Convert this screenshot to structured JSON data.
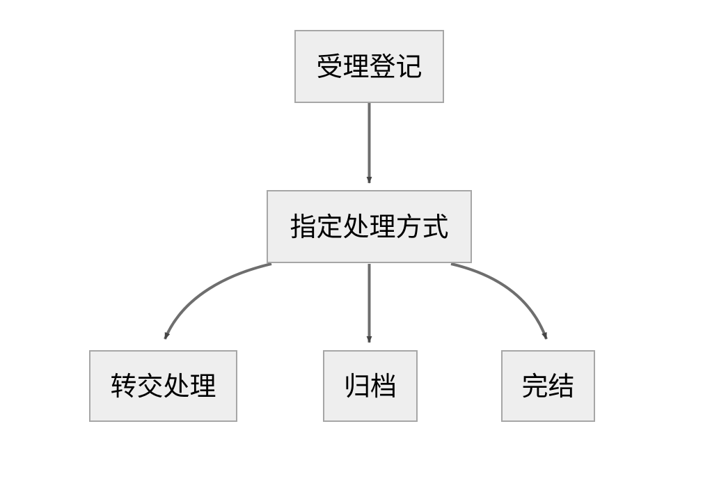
{
  "diagram": {
    "type": "flowchart",
    "title": "",
    "orientation": "top-down",
    "colors": {
      "node_fill": "#eeeeee",
      "node_border": "#a6a6a6",
      "edge_stroke": "#565656",
      "text": "#000000",
      "background": "#ffffff"
    },
    "nodes": [
      {
        "id": "accept",
        "label": "受理登记"
      },
      {
        "id": "assign",
        "label": "指定处理方式"
      },
      {
        "id": "transfer",
        "label": "转交处理"
      },
      {
        "id": "archive",
        "label": "归档"
      },
      {
        "id": "complete",
        "label": "完结"
      }
    ],
    "edges": [
      {
        "id": "accept-to-assign",
        "from": "受理登记",
        "to": "指定处理方式",
        "label": "",
        "shape": "straight"
      },
      {
        "id": "assign-to-transfer",
        "from": "指定处理方式",
        "to": "转交处理",
        "label": "",
        "shape": "curved"
      },
      {
        "id": "assign-to-archive",
        "from": "指定处理方式",
        "to": "归档",
        "label": "",
        "shape": "straight"
      },
      {
        "id": "assign-to-complete",
        "from": "指定处理方式",
        "to": "完结",
        "label": "",
        "shape": "curved"
      }
    ]
  }
}
